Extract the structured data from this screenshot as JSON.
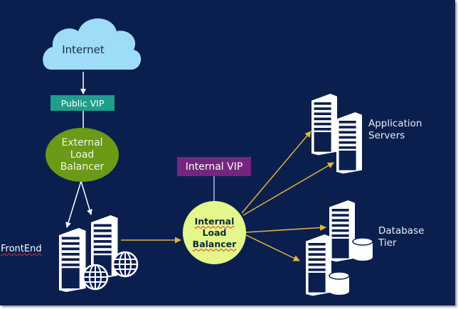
{
  "diagram": {
    "colors": {
      "background": "#0b1f4f",
      "cloud": "#9fdcf8",
      "public_vip": "#1f9e8b",
      "external_lb": "#6b9a16",
      "internal_vip": "#74267f",
      "internal_lb": "#e4f78a",
      "arrow_white": "#ffffff",
      "arrow_gold": "#e0b43c"
    },
    "nodes": {
      "internet": {
        "label": "Internet",
        "shape": "cloud"
      },
      "public_vip": {
        "label": "Public VIP"
      },
      "external_lb": {
        "line1": "External",
        "line2": "Load",
        "line3": "Balancer"
      },
      "frontend": {
        "label": "FrontEnd",
        "icons": [
          "server-icon",
          "server-icon",
          "globe-icon",
          "globe-icon"
        ]
      },
      "internal_vip": {
        "label": "Internal VIP"
      },
      "internal_lb": {
        "line1": "Internal",
        "line2": "Load",
        "line3": "Balancer"
      },
      "app_servers": {
        "line1": "Application",
        "line2": "Servers",
        "icons": [
          "server-icon",
          "server-icon"
        ]
      },
      "database_tier": {
        "line1": "Database",
        "line2": "Tier",
        "icons": [
          "server-icon",
          "server-icon",
          "database-icon",
          "database-icon"
        ]
      }
    },
    "edges": [
      {
        "from": "internet",
        "to": "public_vip"
      },
      {
        "from": "public_vip",
        "to": "external_lb"
      },
      {
        "from": "external_lb",
        "to": "frontend"
      },
      {
        "from": "frontend",
        "to": "internal_lb"
      },
      {
        "from": "internal_vip",
        "to": "internal_lb"
      },
      {
        "from": "internal_lb",
        "to": "app_servers"
      },
      {
        "from": "internal_lb",
        "to": "database_tier"
      }
    ]
  }
}
